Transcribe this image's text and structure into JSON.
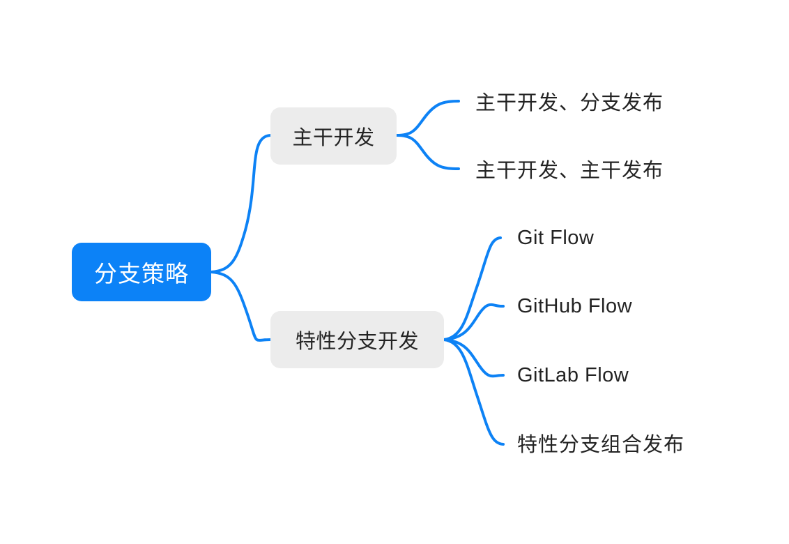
{
  "diagram": {
    "type": "mindmap",
    "title": "分支策略",
    "orientation": "left-to-right",
    "background_color": "#ffffff",
    "root_color": "#0c82f7",
    "root_text_color": "#ffffff",
    "branch_color": "#ececec",
    "text_color": "#232323",
    "connector_color": "#0d82f5",
    "root": {
      "label": "分支策略",
      "children": [
        {
          "label": "主干开发",
          "children": [
            {
              "label": "主干开发、分支发布"
            },
            {
              "label": "主干开发、主干发布"
            }
          ]
        },
        {
          "label": "特性分支开发",
          "children": [
            {
              "label": "Git Flow"
            },
            {
              "label": "GitHub Flow"
            },
            {
              "label": "GitLab Flow"
            },
            {
              "label": "特性分支组合发布"
            }
          ]
        }
      ]
    }
  }
}
